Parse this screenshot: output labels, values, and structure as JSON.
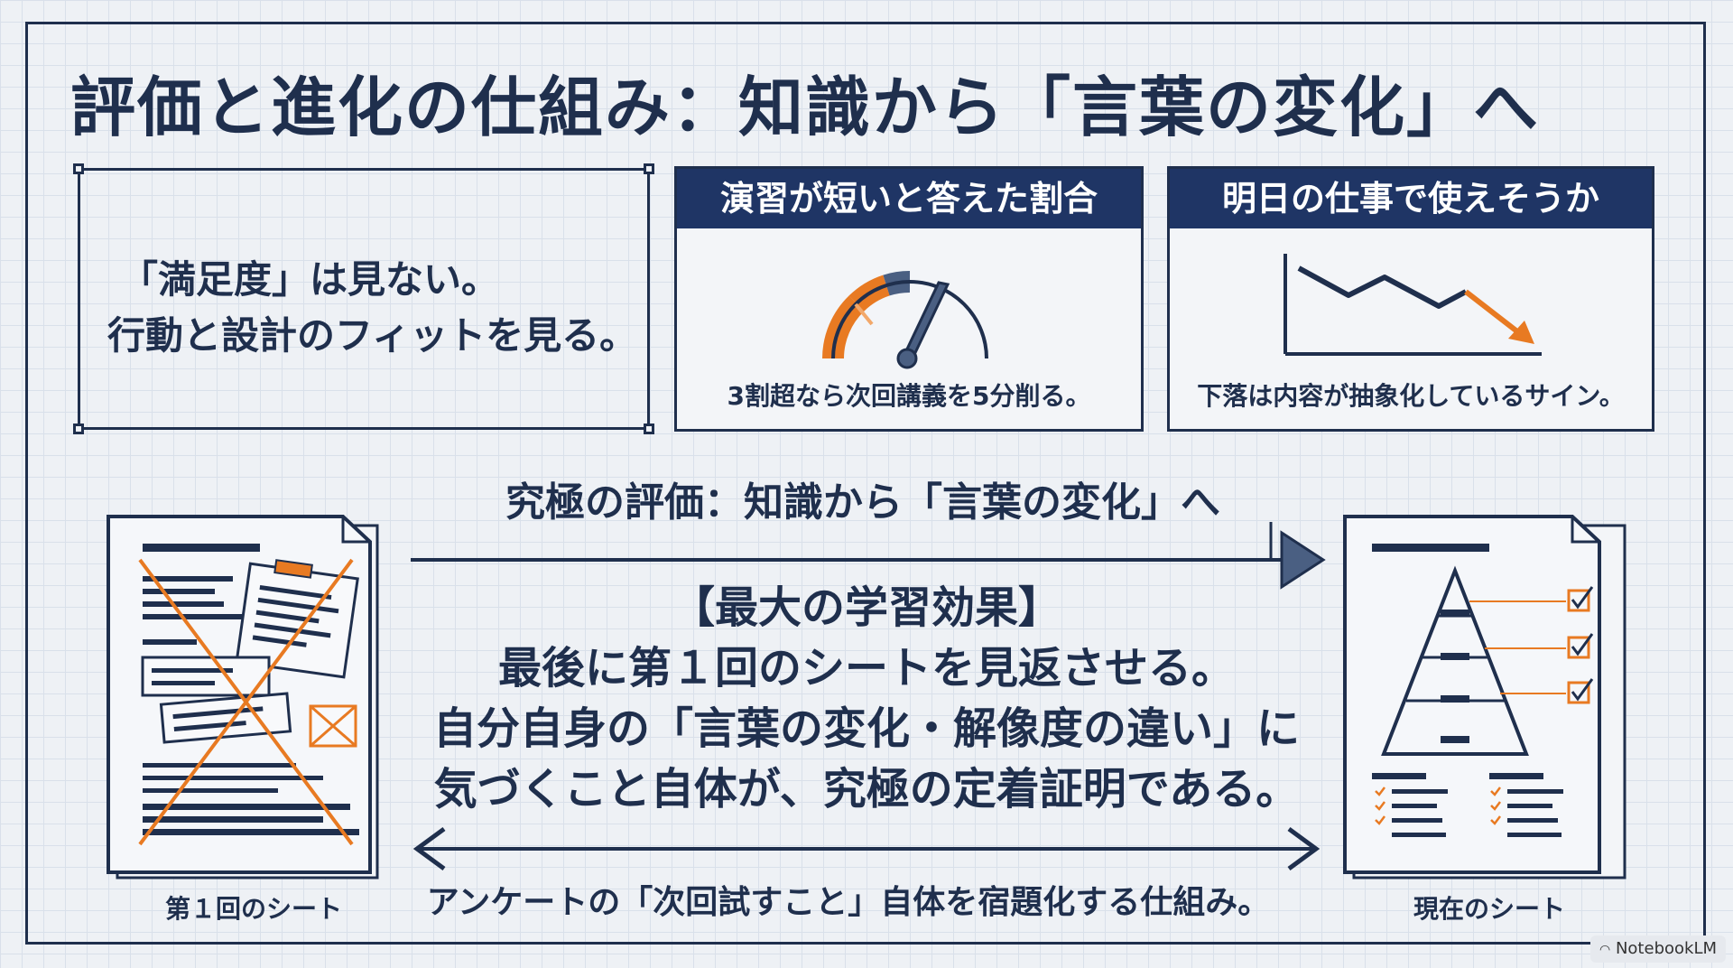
{
  "title": "評価と進化の仕組み：知識から「言葉の変化」へ",
  "principle": {
    "line1": "「満足度」は見ない。",
    "line2": "行動と設計のフィットを見る。"
  },
  "card_short": {
    "header": "演習が短いと答えた割合",
    "caption": "3割超なら次回講義を5分削る。"
  },
  "card_usable": {
    "header": "明日の仕事で使えそうか",
    "caption": "下落は内容が抽象化しているサイン。"
  },
  "ultimate_heading": "究極の評価：知識から「言葉の変化」へ",
  "effect": {
    "title": "【最大の学習効果】",
    "line1": "最後に第１回のシートを見返させる。",
    "line2": "自分自身の「言葉の変化・解像度の違い」に",
    "line3": "気づくこと自体が、究極の定着証明である。"
  },
  "bottom_caption": "アンケートの「次回試すこと」自体を宿題化する仕組み。",
  "sheet_first_label": "第１回のシート",
  "sheet_current_label": "現在のシート",
  "watermark": "NotebookLM",
  "colors": {
    "navy": "#1f2f4d",
    "header_navy": "#1f3565",
    "accent_orange": "#e87a22",
    "background": "#eef1f5"
  }
}
